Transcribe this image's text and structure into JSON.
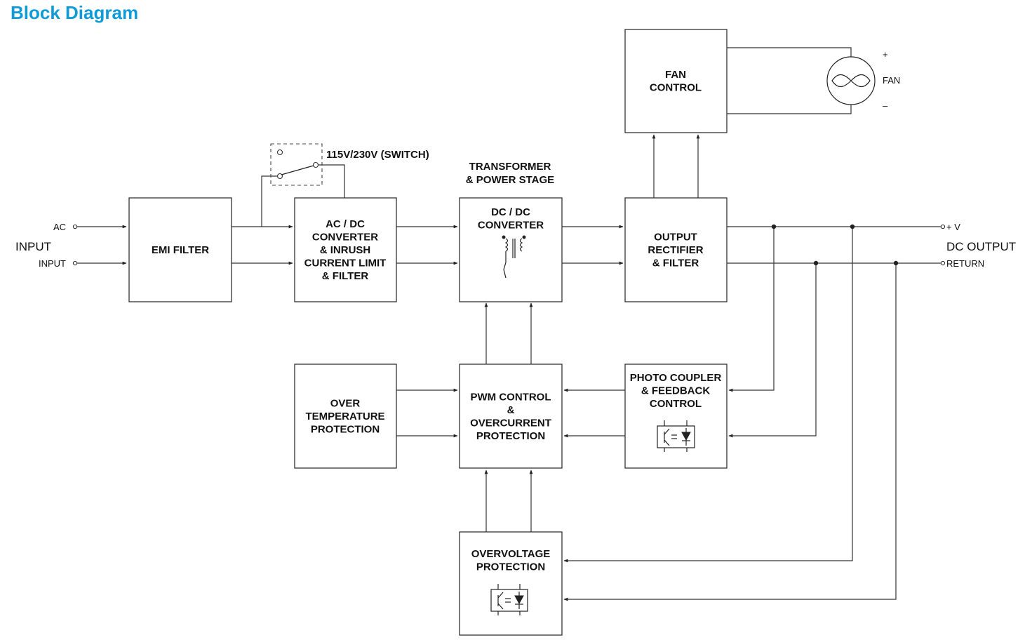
{
  "title": "Block Diagram",
  "input": {
    "label": "INPUT",
    "terminal_ac": "AC",
    "terminal_input": "INPUT"
  },
  "output": {
    "label": "DC OUTPUT",
    "terminal_pos": "+ V",
    "terminal_return": "RETURN"
  },
  "switch": {
    "label": "115V/230V (SWITCH)"
  },
  "transformer_stage": {
    "line1": "TRANSFORMER",
    "line2": "& POWER STAGE"
  },
  "fan": {
    "label": "FAN",
    "plus": "+",
    "minus": "–"
  },
  "blocks": {
    "emi": {
      "lines": [
        "EMI FILTER"
      ]
    },
    "acdc": {
      "lines": [
        "AC / DC",
        "CONVERTER",
        "& INRUSH",
        "CURRENT LIMIT",
        "& FILTER"
      ]
    },
    "dcdc": {
      "lines": [
        "DC / DC",
        "CONVERTER"
      ]
    },
    "rect": {
      "lines": [
        "OUTPUT",
        "RECTIFIER",
        "& FILTER"
      ]
    },
    "fanctl": {
      "lines": [
        "FAN",
        "CONTROL"
      ]
    },
    "otp": {
      "lines": [
        "OVER",
        "TEMPERATURE",
        "PROTECTION"
      ]
    },
    "pwm": {
      "lines": [
        "PWM CONTROL",
        "&",
        "OVERCURRENT",
        "PROTECTION"
      ]
    },
    "photo": {
      "lines": [
        "PHOTO COUPLER",
        "& FEEDBACK",
        "CONTROL"
      ]
    },
    "ovp": {
      "lines": [
        "OVERVOLTAGE",
        "PROTECTION"
      ]
    }
  },
  "colors": {
    "title": "#0e9bd8",
    "line": "#333333",
    "text": "#111111"
  },
  "icons": {
    "fan": "fan-icon",
    "transformer": "transformer-icon",
    "optocoupler": "optocoupler-icon",
    "switch": "switch-icon"
  }
}
